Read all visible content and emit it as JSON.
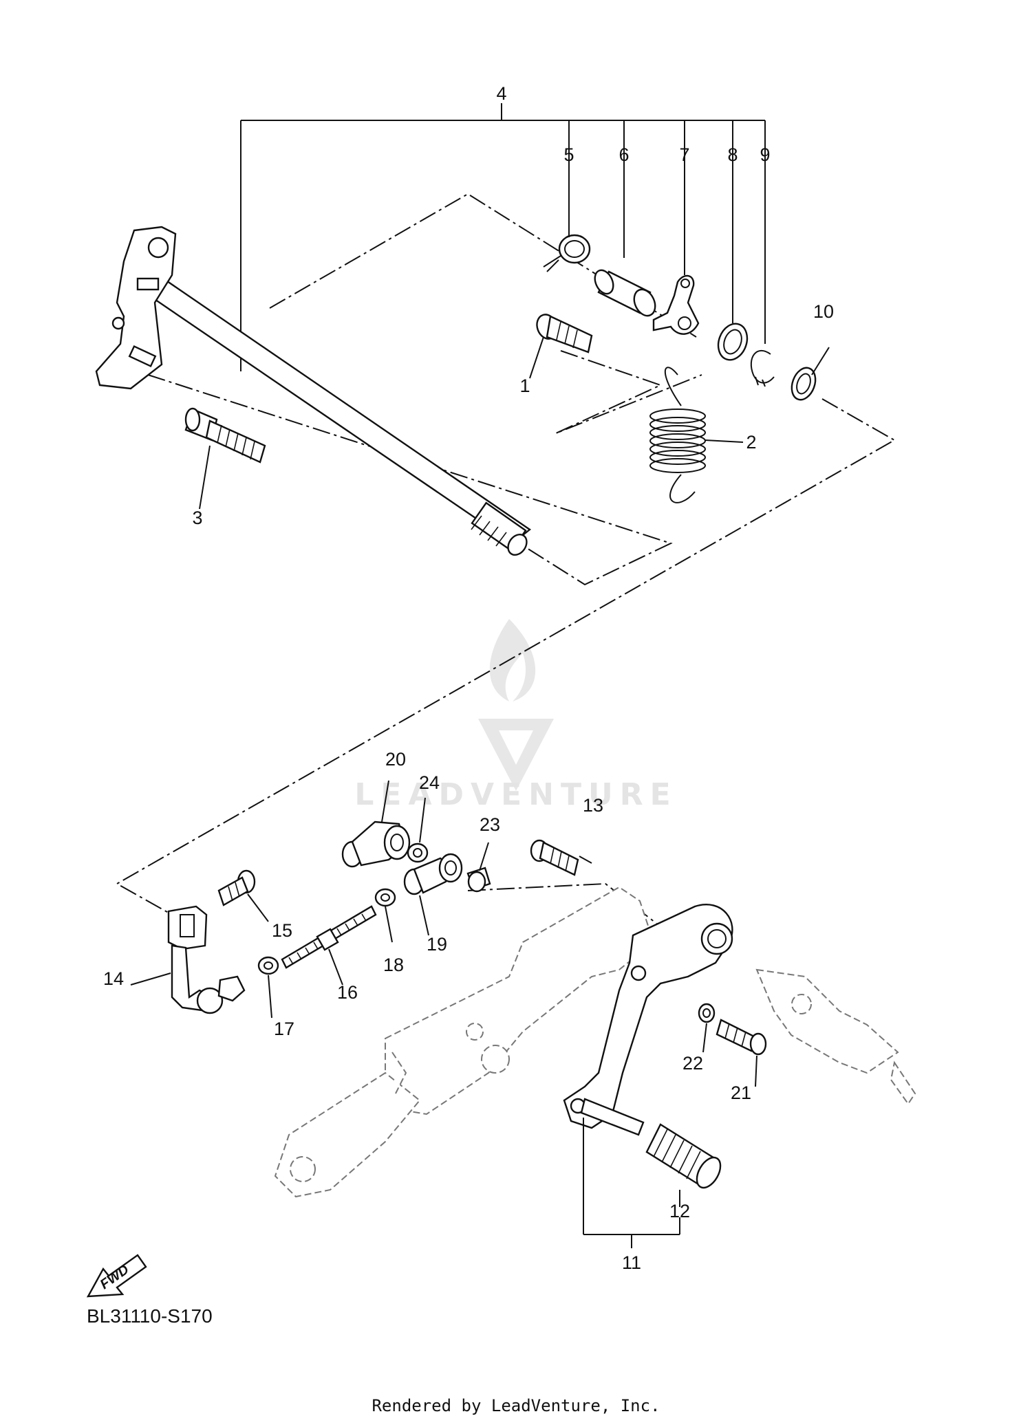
{
  "diagram": {
    "code": "BL31110-S170",
    "footer": "Rendered by LeadVenture, Inc.",
    "watermark": "LEADVENTURE",
    "fwd_label": "FWD",
    "callouts": [
      {
        "id": "1",
        "text": "1"
      },
      {
        "id": "2",
        "text": "2"
      },
      {
        "id": "3",
        "text": "3"
      },
      {
        "id": "4",
        "text": "4"
      },
      {
        "id": "5",
        "text": "5"
      },
      {
        "id": "6",
        "text": "6"
      },
      {
        "id": "7",
        "text": "7"
      },
      {
        "id": "8",
        "text": "8"
      },
      {
        "id": "9",
        "text": "9"
      },
      {
        "id": "10",
        "text": "10"
      },
      {
        "id": "11",
        "text": "11"
      },
      {
        "id": "12",
        "text": "12"
      },
      {
        "id": "13",
        "text": "13"
      },
      {
        "id": "14",
        "text": "14"
      },
      {
        "id": "15",
        "text": "15"
      },
      {
        "id": "16",
        "text": "16"
      },
      {
        "id": "17",
        "text": "17"
      },
      {
        "id": "18",
        "text": "18"
      },
      {
        "id": "19",
        "text": "19"
      },
      {
        "id": "20",
        "text": "20"
      },
      {
        "id": "21",
        "text": "21"
      },
      {
        "id": "22",
        "text": "22"
      },
      {
        "id": "23",
        "text": "23"
      },
      {
        "id": "24",
        "text": "24"
      }
    ]
  }
}
